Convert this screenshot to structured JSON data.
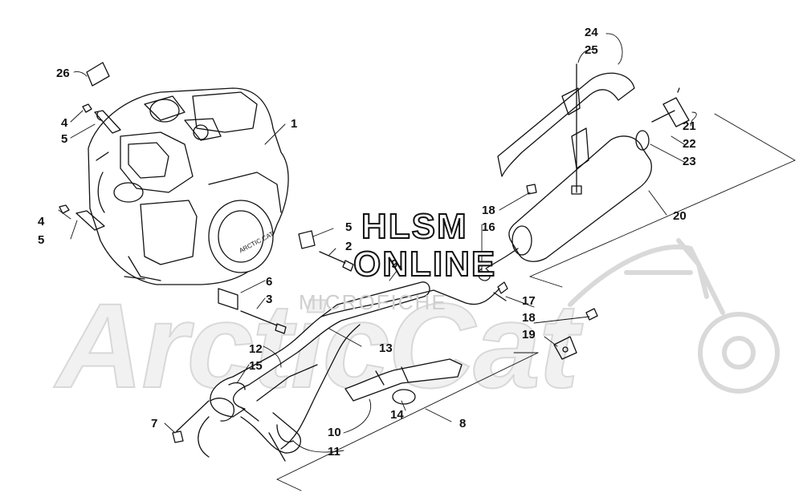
{
  "watermark": {
    "line1": "HLSM",
    "line2": "ONLINE",
    "line3": "MICROFICHE",
    "brand": "ArcticCat"
  },
  "labels": {
    "l1": "1",
    "l2": "2",
    "l3": "3",
    "l4a": "4",
    "l4b": "4",
    "l5a": "5",
    "l5b": "5",
    "l5c": "5",
    "l6": "6",
    "l7": "7",
    "l8": "8",
    "l9": "9",
    "l10": "10",
    "l11": "11",
    "l12": "12",
    "l13": "13",
    "l14": "14",
    "l15": "15",
    "l16": "16",
    "l17": "17",
    "l18a": "18",
    "l18b": "18",
    "l19": "19",
    "l20": "20",
    "l21": "21",
    "l22": "22",
    "l23": "23",
    "l24": "24",
    "l25": "25",
    "l26": "26"
  },
  "engine_badge": "ARCTIC CAT"
}
